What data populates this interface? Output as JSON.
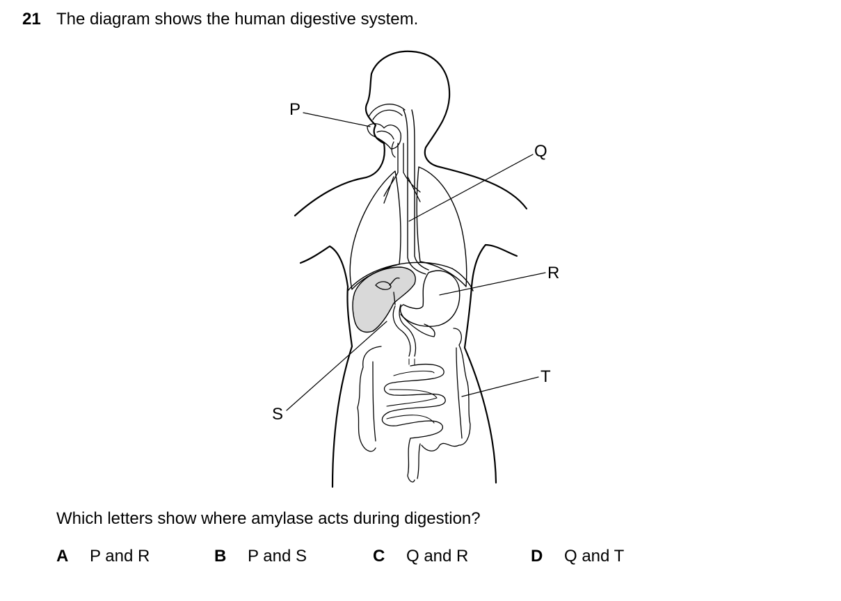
{
  "question": {
    "number": "21",
    "stem": "The diagram shows the human digestive system.",
    "prompt": "Which letters show where amylase acts during digestion?"
  },
  "diagram": {
    "labels": {
      "P": "P",
      "Q": "Q",
      "R": "R",
      "S": "S",
      "T": "T"
    }
  },
  "options": [
    {
      "key": "A",
      "text": "P and R"
    },
    {
      "key": "B",
      "text": "P and S"
    },
    {
      "key": "C",
      "text": "Q and R"
    },
    {
      "key": "D",
      "text": "Q and T"
    }
  ]
}
